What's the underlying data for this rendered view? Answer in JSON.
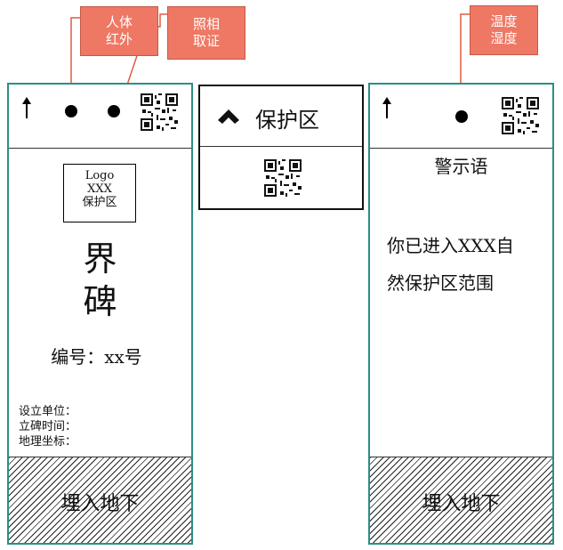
{
  "callouts": {
    "sensor_human": "人体\n红外",
    "sensor_photo": "照相\n取证",
    "sensor_env": "温度\n湿度"
  },
  "left_panel": {
    "logo_line1": "Logo",
    "logo_line2": "XXX",
    "logo_line3": "保护区",
    "title_line1": "界",
    "title_line2": "碑",
    "number": "编号：xx号",
    "info_unit": "设立单位：",
    "info_time": "立碑时间：",
    "info_coord": "地理坐标：",
    "buried": "埋入地下"
  },
  "middle_panel": {
    "label": "保护区"
  },
  "right_panel": {
    "heading": "警示语",
    "message_line1": "你已进入XXX自",
    "message_line2": "然保护区范围",
    "buried": "埋入地下"
  },
  "colors": {
    "callout_fill": "#ee7864",
    "panel_border": "#2a8f86"
  }
}
